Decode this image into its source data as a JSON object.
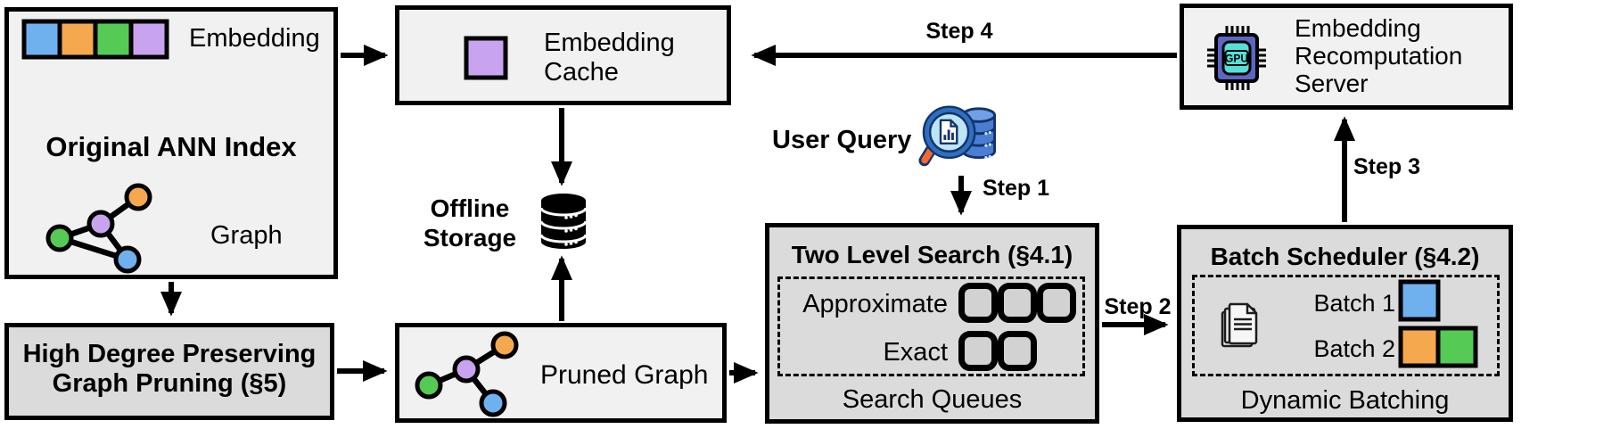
{
  "ann": {
    "title": "Original ANN Index",
    "embedding_label": "Embedding",
    "graph_label": "Graph",
    "embedding_cells": [
      "blue",
      "orange",
      "green",
      "purple"
    ],
    "graph_nodes": [
      "orange",
      "purple",
      "green",
      "blue"
    ]
  },
  "cache": {
    "line1": "Embedding",
    "line2": "Cache"
  },
  "server": {
    "line1": "Embedding",
    "line2": "Recomputation",
    "line3": "Server",
    "gpu_label": "GPU"
  },
  "storage": {
    "line1": "Offline",
    "line2": "Storage"
  },
  "user_query": {
    "label": "User Query"
  },
  "tls": {
    "title": "Two Level Search (§4.1)",
    "approximate_label": "Approximate",
    "exact_label": "Exact",
    "caption": "Search Queues",
    "queues": {
      "approximate": 3,
      "exact": 2
    }
  },
  "batch": {
    "title": "Batch Scheduler (§4.2)",
    "batch1_label": "Batch 1",
    "batch2_label": "Batch 2",
    "caption": "Dynamic Batching",
    "batch1_colors": [
      "blue"
    ],
    "batch2_colors": [
      "orange",
      "green"
    ]
  },
  "hdp": {
    "line1": "High Degree Preserving",
    "line2": "Graph Pruning (§5)"
  },
  "pruned": {
    "label": "Pruned Graph",
    "graph_nodes": [
      "orange",
      "purple",
      "green",
      "blue"
    ]
  },
  "steps": {
    "s1": "Step 1",
    "s2": "Step 2",
    "s3": "Step 3",
    "s4": "Step 4"
  },
  "colors": {
    "blue": "#6FB1EF",
    "orange": "#F5A84E",
    "green": "#55CB55",
    "purple": "#C8A4F0",
    "box_light": "#F1F1F1",
    "box_gray": "#DBDBDB",
    "queue_fill": "#D2D2D2",
    "outline": "#000000",
    "gpu_body": "#5B66C3",
    "gpu_core": "#54E0D8",
    "magnifier_lens": "#BDE5F5",
    "magnifier_rim": "#2E6FC0",
    "magnifier_handle": "#F4692E",
    "query_db_fill": "#4A7ED2",
    "query_db_top": "#6FA0E8",
    "query_db_outline": "#14336B"
  }
}
